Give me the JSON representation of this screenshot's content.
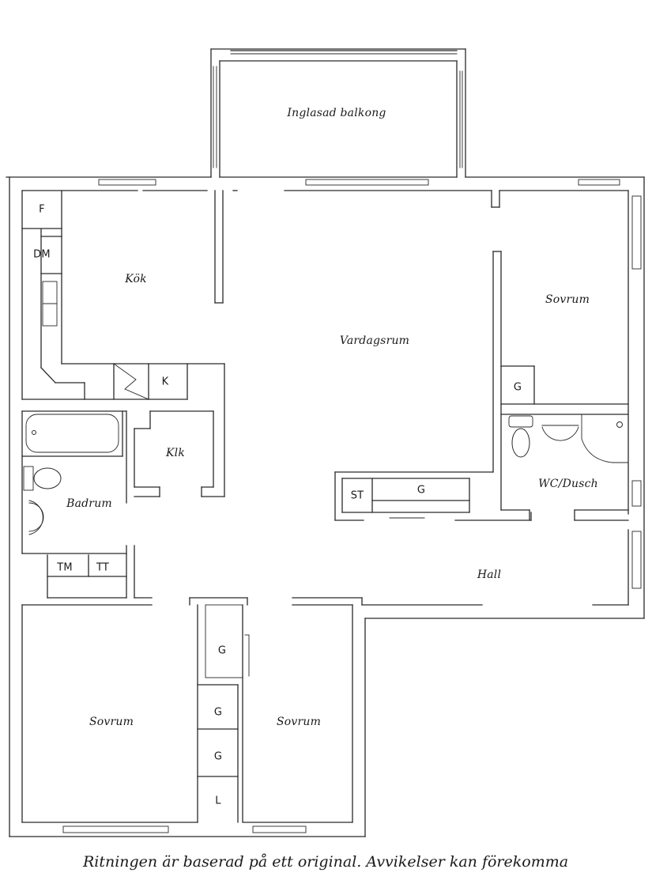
{
  "plan": {
    "rooms": {
      "balcony": "Inglasad balkong",
      "kitchen": "Kök",
      "living_room": "Vardagsrum",
      "bedroom_ne": "Sovrum",
      "bedroom_sw": "Sovrum",
      "bedroom_s": "Sovrum",
      "bathroom": "Badrum",
      "closet_klk": "Klk",
      "wc_shower": "WC/Dusch",
      "hall": "Hall"
    },
    "fixtures": {
      "fridge": "F",
      "dishwasher": "DM",
      "pantry_k": "K",
      "washer": "TM",
      "dryer": "TT",
      "wardrobe_ne": "G",
      "storage_st": "ST",
      "wardrobe_hall": "G",
      "wardrobe_s1": "G",
      "wardrobe_s2": "G",
      "wardrobe_s3": "G",
      "linen_l": "L"
    }
  },
  "caption": "Ritningen är baserad på ett original. Avvikelser kan förekomma"
}
